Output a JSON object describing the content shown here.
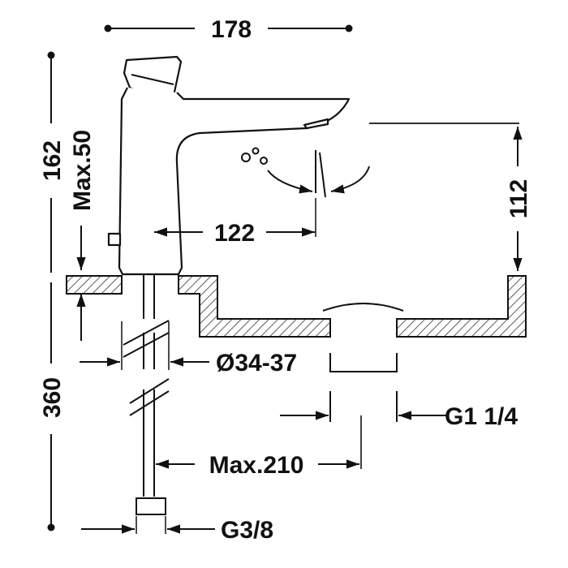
{
  "diagram": {
    "labels": {
      "overall_width": "178",
      "body_height": "162",
      "deck_thickness": "Max.50",
      "spout_reach": "122",
      "spout_height": "112",
      "hole_diameter": "Ø34-37",
      "total_height": "360",
      "waste_thread": "G1 1/4",
      "hose_length": "Max.210",
      "inlet_thread": "G3/8"
    },
    "colors": {
      "line": "#111111",
      "hatch": "#333333",
      "background": "#ffffff"
    }
  }
}
